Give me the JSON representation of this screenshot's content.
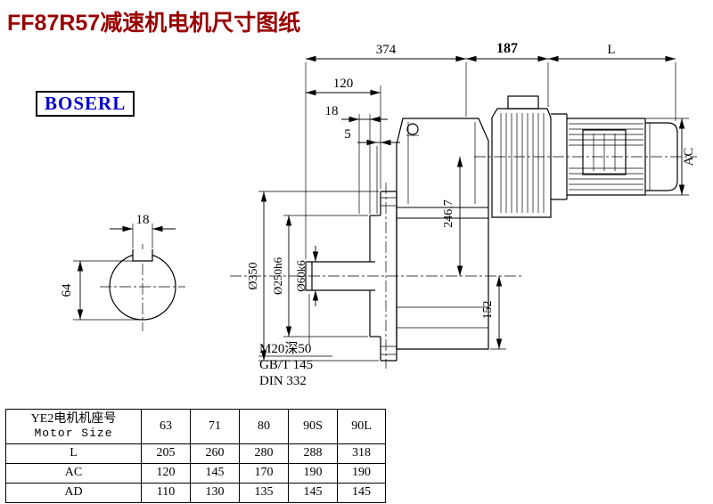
{
  "title": "FF87R57减速机电机尺寸图纸",
  "brand": "BOSERL",
  "drawing": {
    "dims": {
      "total_374": "374",
      "mid_187": "187",
      "motor_length": "L",
      "shaft_120": "120",
      "step_18": "18",
      "step_5": "5",
      "key_width_18": "18",
      "section_64": "64",
      "flange_d350": "Ø350",
      "spigot_d250": "Ø250h6",
      "shaft_d60": "Ø60k6",
      "center_height": "246.7",
      "axis_to_base_152": "152",
      "motor_ac": "AC"
    },
    "notes": {
      "thread": "M20深50",
      "gb": "GB/T 145",
      "din": "DIN 332"
    }
  },
  "table": {
    "header": {
      "zh": "YE2电机机座号",
      "en": "Motor Size"
    },
    "columns": [
      "63",
      "71",
      "80",
      "90S",
      "90L"
    ],
    "rows": [
      {
        "label": "L",
        "values": [
          "205",
          "260",
          "280",
          "288",
          "318"
        ]
      },
      {
        "label": "AC",
        "values": [
          "120",
          "145",
          "170",
          "190",
          "190"
        ]
      },
      {
        "label": "AD",
        "values": [
          "110",
          "130",
          "135",
          "145",
          "145"
        ]
      }
    ]
  }
}
